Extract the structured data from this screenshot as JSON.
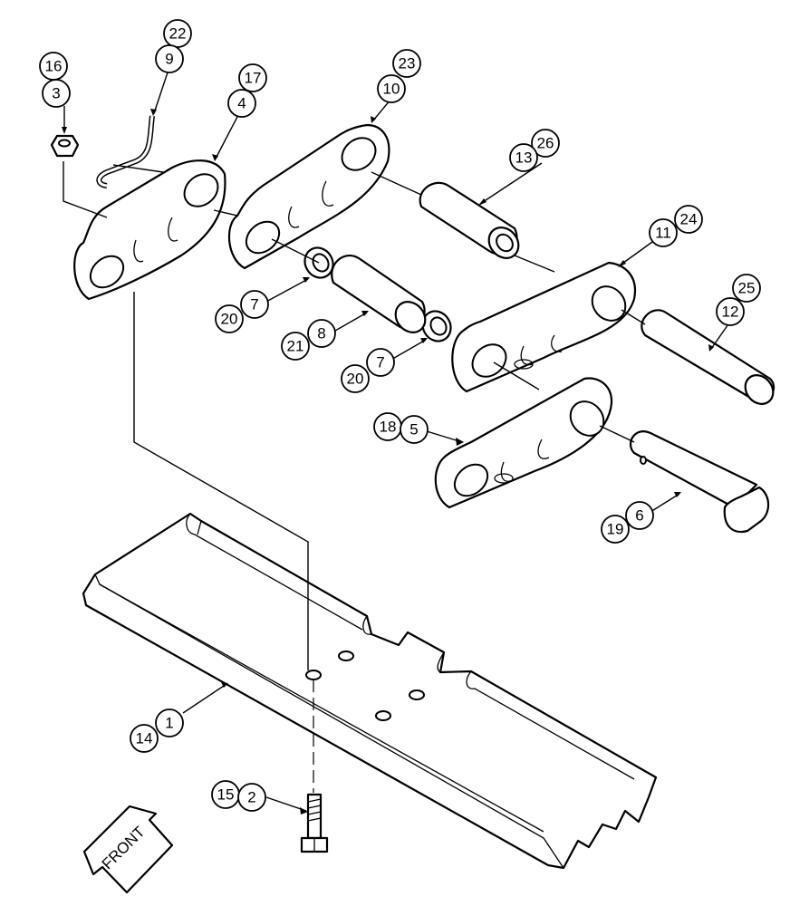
{
  "callouts": {
    "c1": "1",
    "c2": "2",
    "c3": "3",
    "c4": "4",
    "c5": "5",
    "c6": "6",
    "c7a": "7",
    "c7b": "7",
    "c8": "8",
    "c9": "9",
    "c10": "10",
    "c11": "11",
    "c12": "12",
    "c13": "13",
    "c14": "14",
    "c15": "15",
    "c16": "16",
    "c17": "17",
    "c18": "18",
    "c19": "19",
    "c20a": "20",
    "c20b": "20",
    "c21": "21",
    "c22": "22",
    "c23": "23",
    "c24": "24",
    "c25": "25",
    "c26": "26"
  },
  "direction_label": "FRONT"
}
